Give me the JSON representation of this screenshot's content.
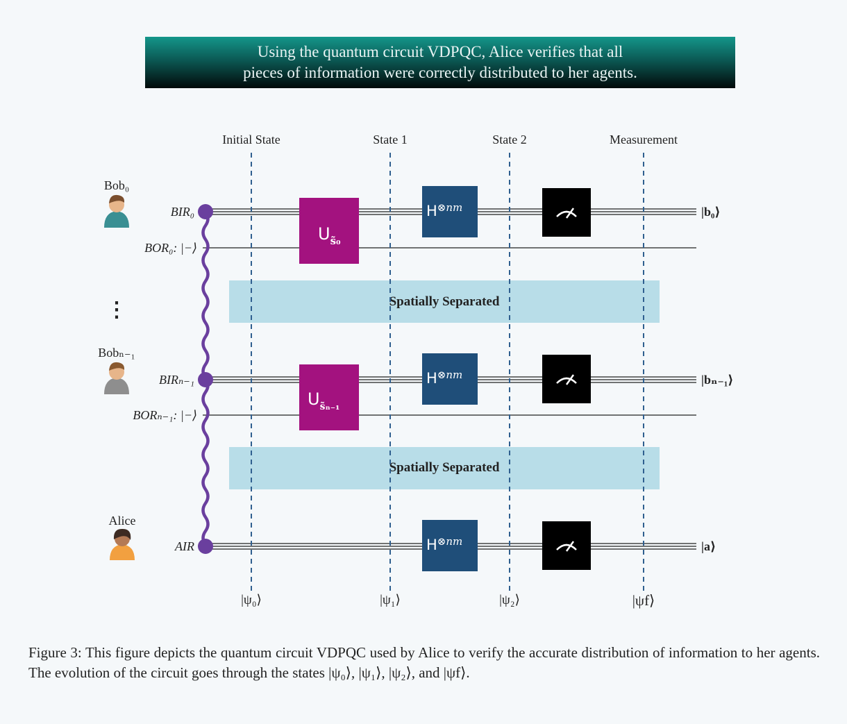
{
  "banner": {
    "line1": "Using the quantum circuit VDPQC, Alice verifies that all",
    "line2": "pieces of information were correctly distributed to her agents."
  },
  "columns": {
    "initial": "Initial State",
    "state1": "State 1",
    "state2": "State 2",
    "measurement": "Measurement"
  },
  "agents": {
    "bob0": "Bob₀",
    "bobn1": "Bobₙ₋₁",
    "alice": "Alice",
    "ellipsis": "⋮"
  },
  "registers": {
    "bir0": "BIR₀",
    "bor0": "BOR₀:  |−⟩",
    "birn1": "BIRₙ₋₁",
    "borng1": "BORₙ₋₁:  |−⟩",
    "air": "AIR"
  },
  "gates": {
    "u0": "U",
    "u0_sub": "s̃₀",
    "un1": "U",
    "un1_sub": "s̃ₙ₋₁",
    "h": "H",
    "h_sup": "⊗nm"
  },
  "separator": "Spatially Separated",
  "outputs": {
    "b0": "|b₀⟩",
    "bn1": "|bₙ₋₁⟩",
    "a": "|a⟩"
  },
  "states": {
    "psi0": "|ψ₀⟩",
    "psi1": "|ψ₁⟩",
    "psi2": "|ψ₂⟩",
    "psif": "|ψf⟩"
  },
  "caption": "Figure 3: This figure depicts the quantum circuit VDPQC used by Alice to verify the accurate distribution of information to her agents. The evolution of the circuit goes through the states |ψ₀⟩, |ψ₁⟩, |ψ₂⟩, and |ψf⟩.",
  "colors": {
    "entangle": "#6a3f9e",
    "u_gate": "#a3127f",
    "h_gate": "#1f4e79",
    "measure": "#000000",
    "separator": "#b8dde8",
    "dashed": "#2f5f8f"
  }
}
